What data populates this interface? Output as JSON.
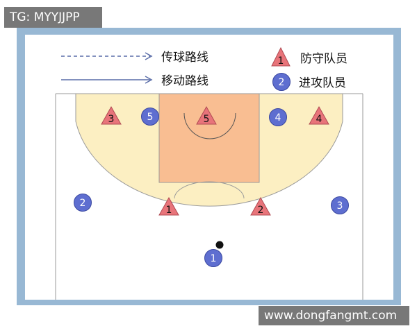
{
  "watermarks": {
    "top_left": "TG: MYYJJPP",
    "bottom_right": "www.dongfangmt.com"
  },
  "legend": {
    "pass_route": "传球路线",
    "move_route": "移动路线",
    "defender": "防守队员",
    "defender_icon_number": "1",
    "attacker": "进攻队员",
    "attacker_icon_number": "2"
  },
  "defenders": [
    {
      "number": "3"
    },
    {
      "number": "5"
    },
    {
      "number": "4"
    },
    {
      "number": "1"
    },
    {
      "number": "2"
    }
  ],
  "attackers": [
    {
      "number": "5"
    },
    {
      "number": "4"
    },
    {
      "number": "2"
    },
    {
      "number": "3"
    },
    {
      "number": "1"
    }
  ],
  "colors": {
    "frame": "#98b8d4",
    "court": "#ffffff",
    "court_lines": "#9a9a9a",
    "three_point_area": "#fcefc2",
    "paint": "#f9be92",
    "defender_fill": "#e8747a",
    "defender_stroke": "#b04a52",
    "attacker_fill": "#5e6ed0",
    "attacker_stroke": "#3a48a0",
    "legend_arrow": "#5a6da8",
    "ball": "#111111"
  }
}
